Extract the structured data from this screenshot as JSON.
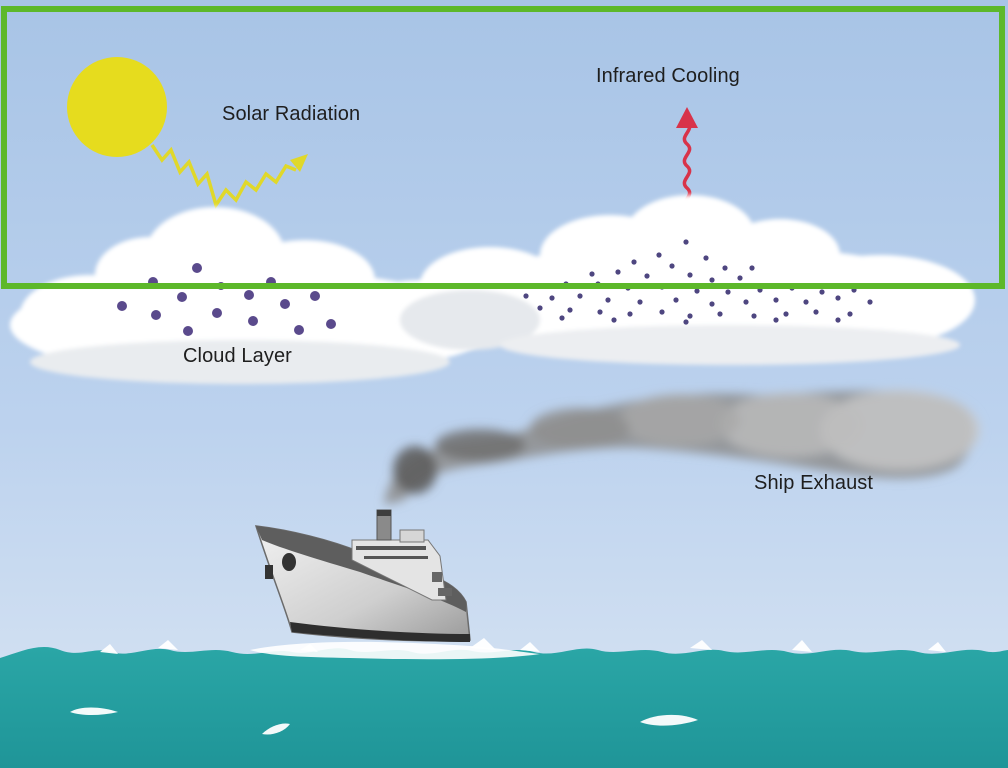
{
  "labels": {
    "solar_radiation": "Solar Radiation",
    "infrared_cooling": "Infrared Cooling",
    "cloud_layer": "Cloud Layer",
    "ship_exhaust": "Ship Exhaust"
  },
  "colors": {
    "sky_top": "#a8c4e6",
    "sky_bottom": "#d4e2f2",
    "sun": "#e6dc1e",
    "solar_arrow": "#e0d82a",
    "infrared_arrow": "#d8334a",
    "cloud": "#ffffff",
    "droplets": "#5a4a8c",
    "exhaust_smoke": "#7a7a7a",
    "ocean": "#27a0a2",
    "ship_hull": "#d8d8d8",
    "highlight_frame": "#5db82a"
  },
  "icons": {
    "sun": "sun-icon",
    "solar": "solar-radiation-arrow-icon",
    "infrared": "infrared-arrow-icon",
    "ship": "ship-icon"
  }
}
